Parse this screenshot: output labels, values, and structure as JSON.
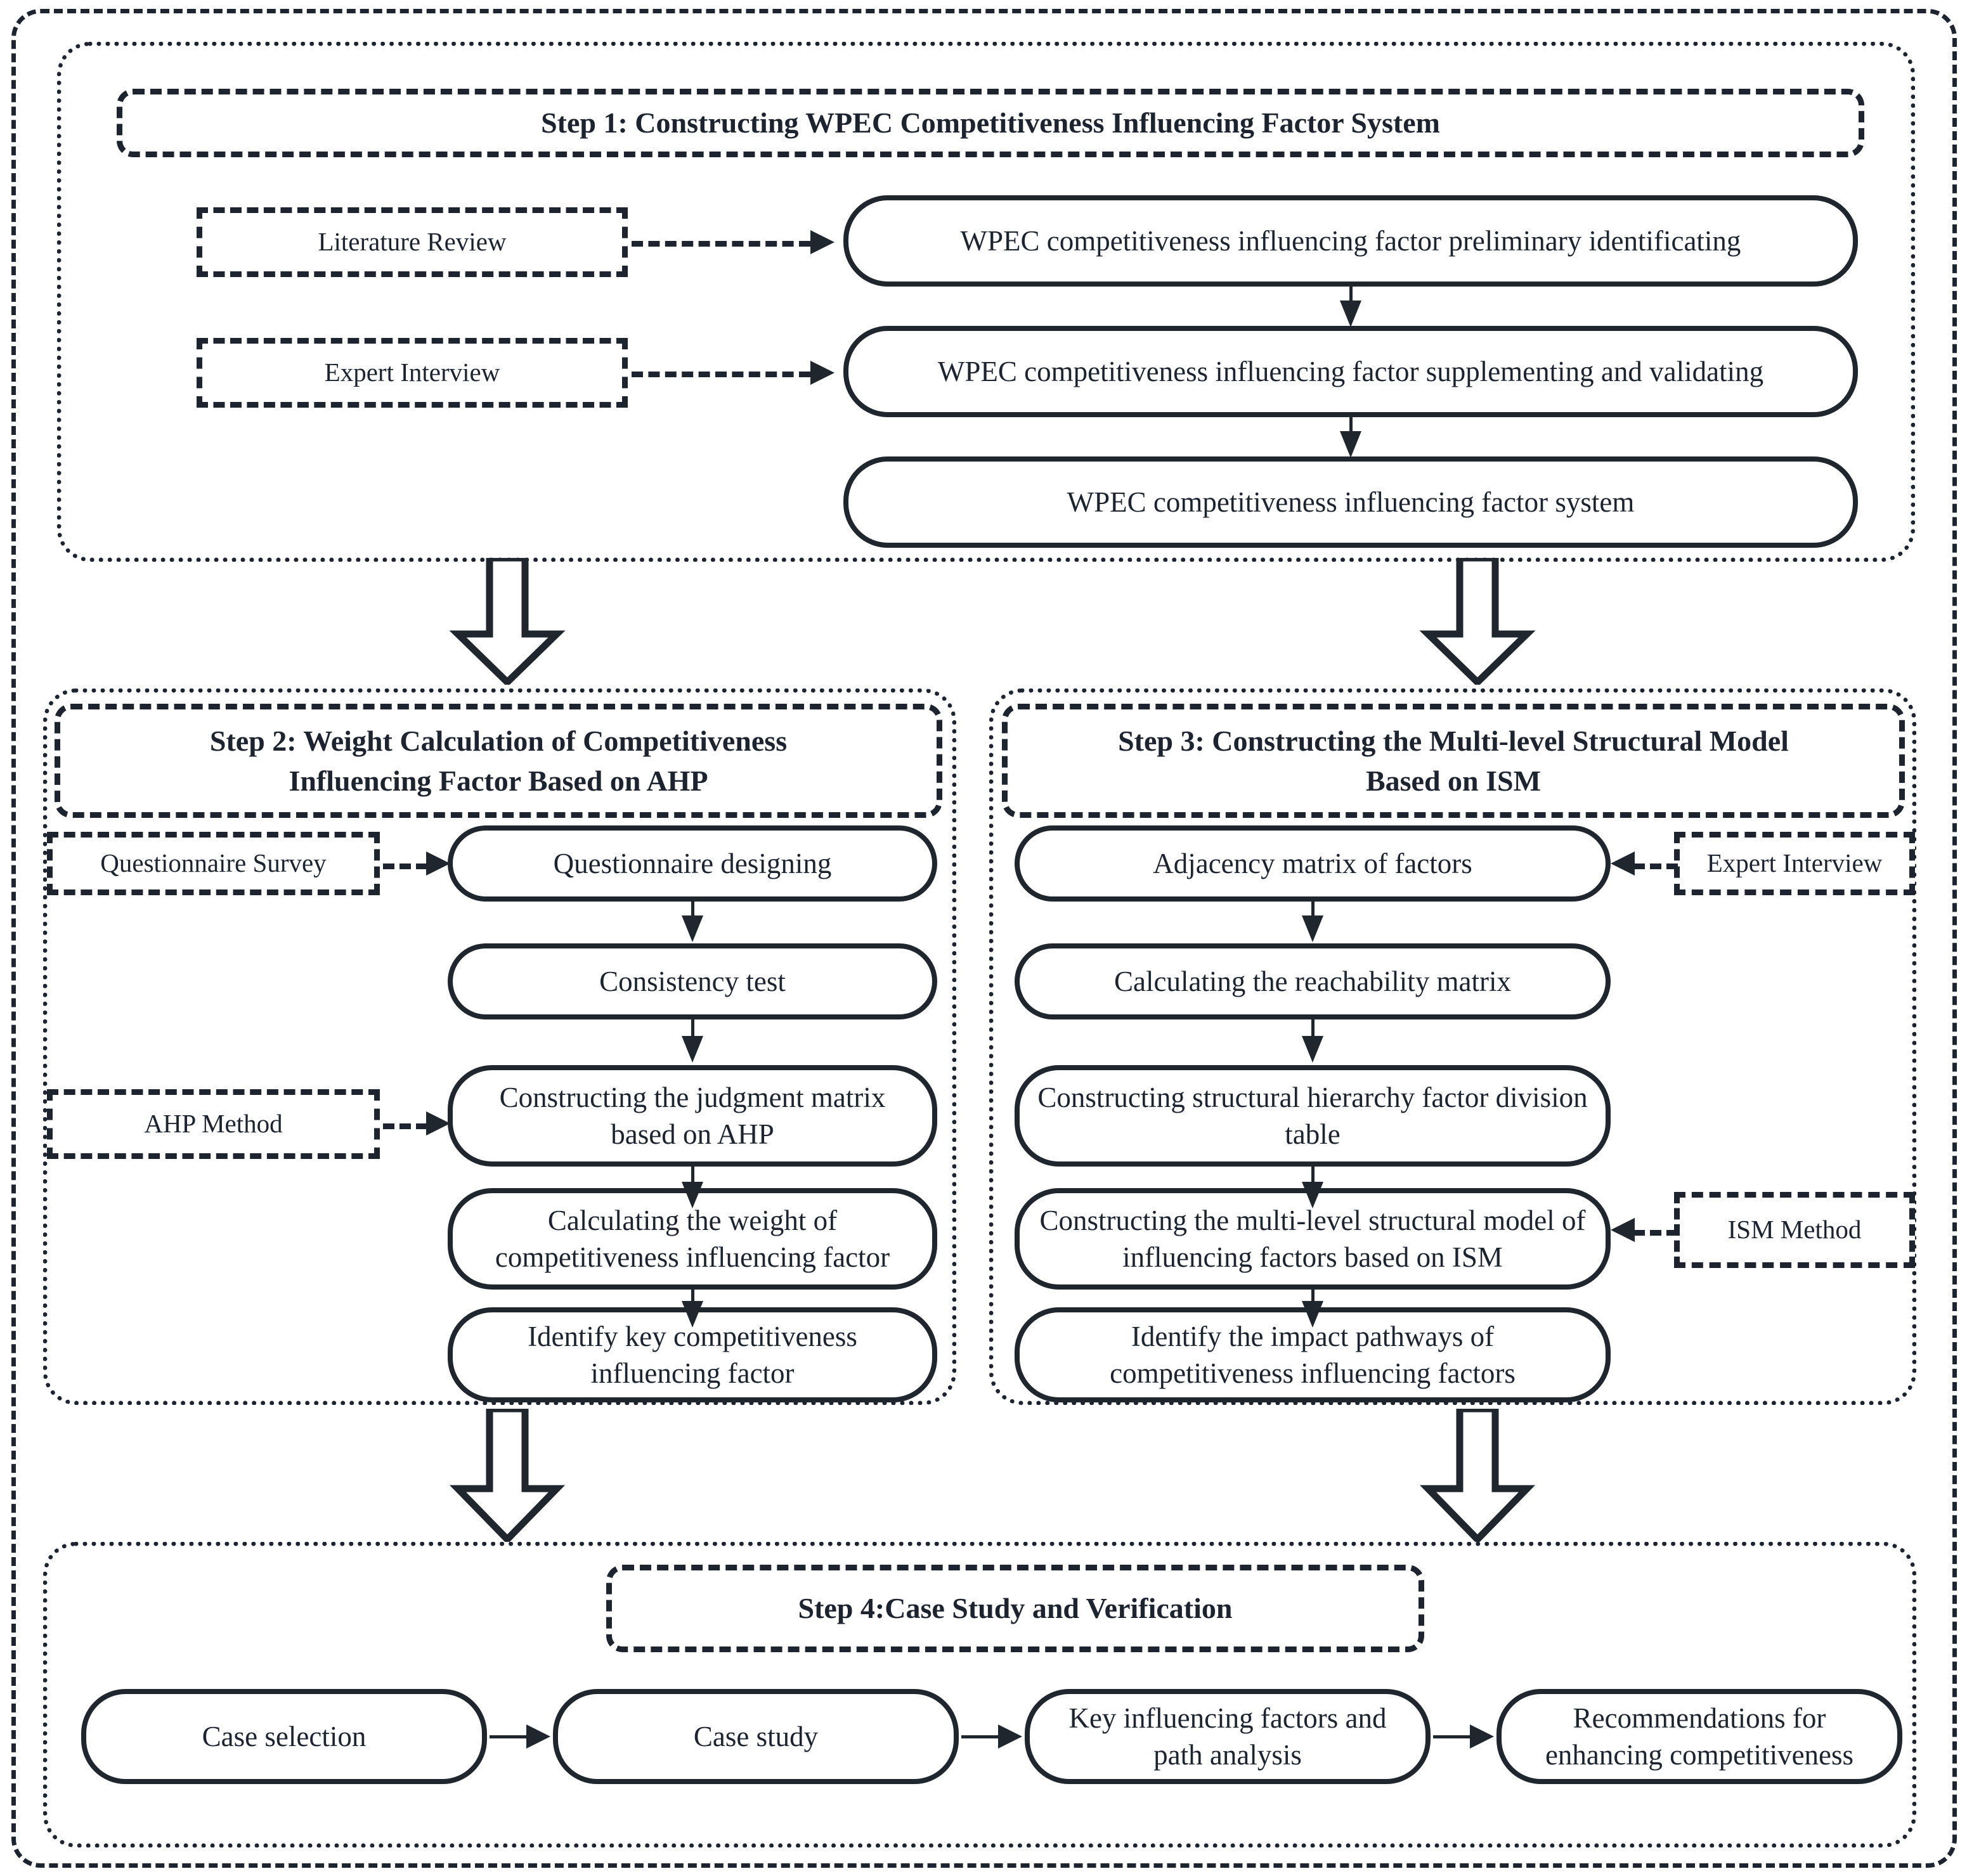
{
  "diagram": {
    "title": "WPEC Competitiveness Research Framework Flowchart",
    "steps": [
      {
        "id": "step1",
        "title": "Step 1:  Constructing WPEC Competitiveness Influencing Factor System",
        "inputs": [
          {
            "label": "Literature Review"
          },
          {
            "label": "Expert Interview"
          }
        ],
        "nodes": [
          {
            "label": "WPEC competitiveness influencing factor  preliminary identificating"
          },
          {
            "label": "WPEC competitiveness influencing factor supplementing and validating"
          },
          {
            "label": "WPEC competitiveness influencing factor system"
          }
        ]
      },
      {
        "id": "step2",
        "title": "Step 2: Weight Calculation of Competitiveness Influencing Factor Based on AHP",
        "title_line1": "Step 2: Weight Calculation of Competitiveness",
        "title_line2": "Influencing Factor Based on AHP",
        "inputs": [
          {
            "label": "Questionnaire Survey"
          },
          {
            "label": "AHP Method"
          }
        ],
        "nodes": [
          {
            "label": "Questionnaire designing"
          },
          {
            "label": "Consistency test"
          },
          {
            "label": "Constructing the judgment matrix based on AHP"
          },
          {
            "label": "Calculating the weight of competitiveness influencing factor"
          },
          {
            "label": "Identify key competitiveness influencing factor"
          }
        ]
      },
      {
        "id": "step3",
        "title": "Step 3: Constructing the Multi-level Structural Model Based on ISM",
        "title_line1": "Step 3: Constructing the Multi-level Structural Model",
        "title_line2": "Based on ISM",
        "inputs": [
          {
            "label": "Expert Interview"
          },
          {
            "label": "ISM Method"
          }
        ],
        "nodes": [
          {
            "label": "Adjacency matrix of factors"
          },
          {
            "label": "Calculating the reachability matrix"
          },
          {
            "label": "Constructing structural hierarchy factor division table"
          },
          {
            "label": "Constructing the multi-level structural model of influencing factors based on ISM"
          },
          {
            "label": "Identify the impact pathways of competitiveness influencing factors"
          }
        ]
      },
      {
        "id": "step4",
        "title": "Step 4:Case Study and Verification",
        "inputs": [],
        "nodes": [
          {
            "label": "Case selection"
          },
          {
            "label": "Case study"
          },
          {
            "label": "Key influencing factors and path analysis"
          },
          {
            "label": "Recommendations for enhancing competitiveness"
          }
        ]
      }
    ],
    "colors": {
      "stroke": "#20262e",
      "dashed": "#1d2430",
      "background": "#ffffff"
    }
  }
}
